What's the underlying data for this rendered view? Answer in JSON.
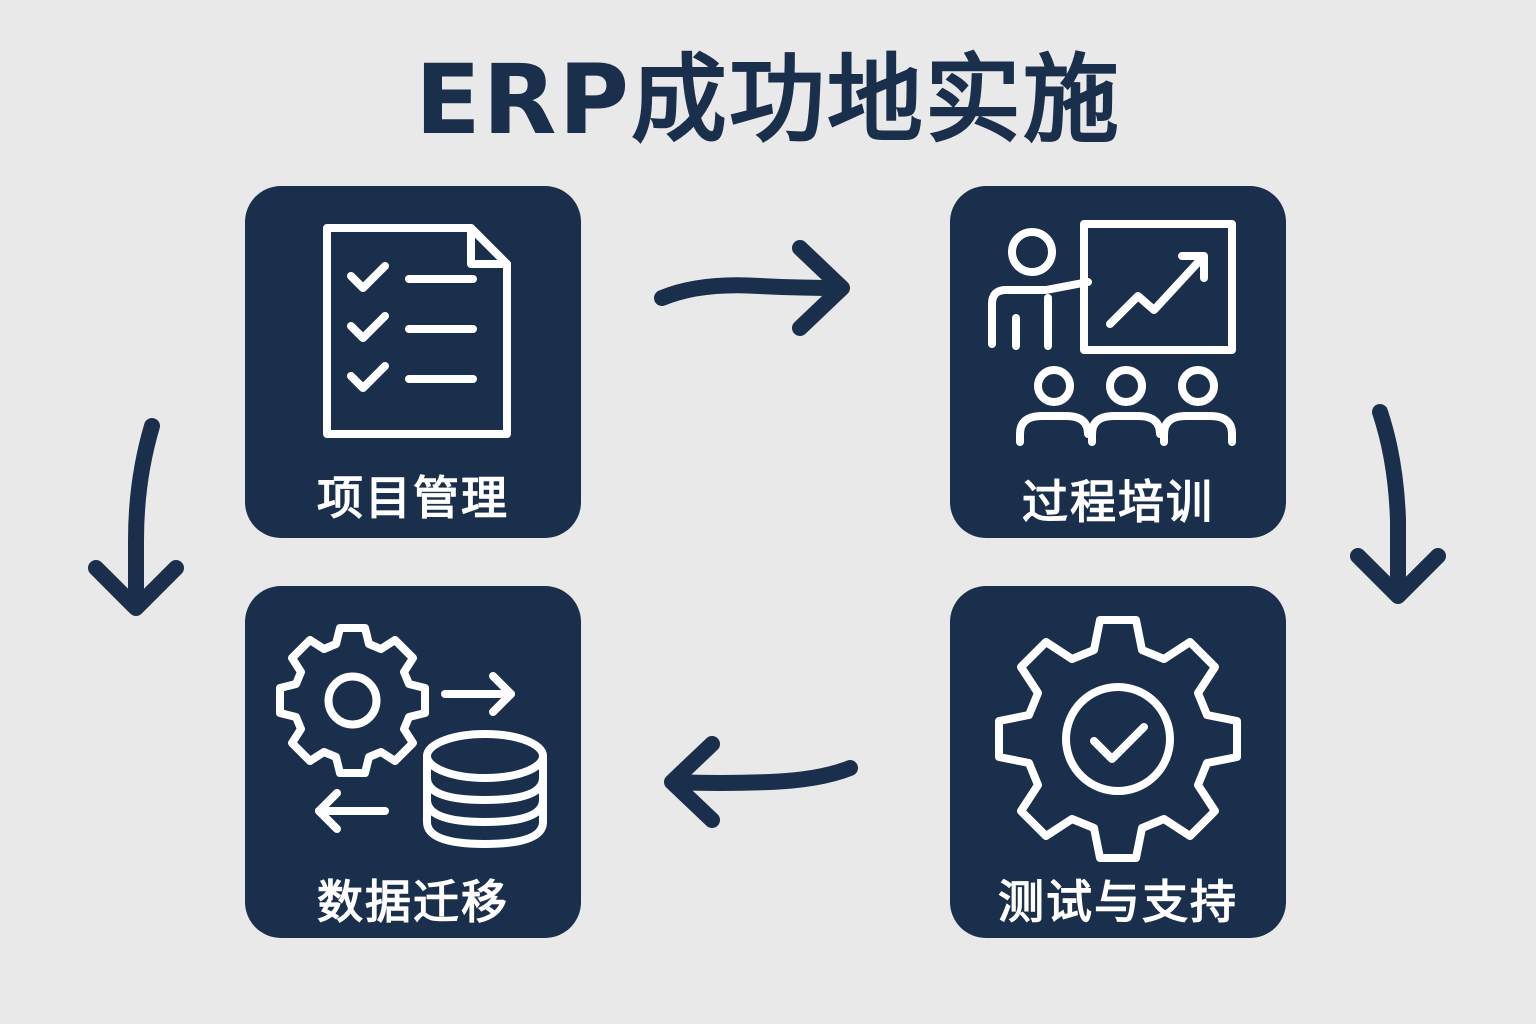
{
  "title": "ERP成功地实施",
  "colors": {
    "background": "#e9e9e9",
    "card": "#1a2f4b",
    "icon_stroke": "#ffffff",
    "text": "#1a2f4b"
  },
  "steps": [
    {
      "label": "项目管理",
      "icon": "checklist-document-icon"
    },
    {
      "label": "过程培训",
      "icon": "presentation-training-icon"
    },
    {
      "label": "测试与支持",
      "icon": "gear-check-icon"
    },
    {
      "label": "数据迁移",
      "icon": "gear-database-transfer-icon"
    }
  ]
}
